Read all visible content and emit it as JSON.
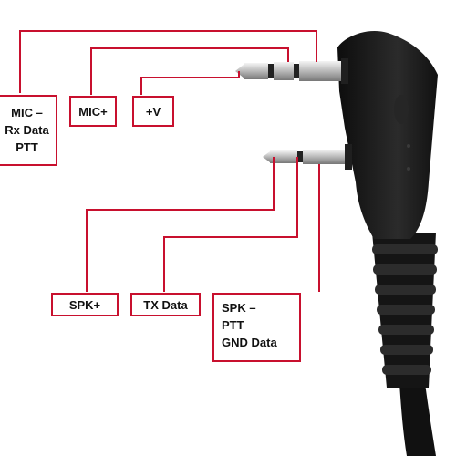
{
  "colors": {
    "wire": "#c8102e",
    "plug": "#1a1a1a",
    "metal": "#c9c9c9",
    "text": "#111111"
  },
  "labels": {
    "mic_minus": [
      "MIC –",
      "Rx Data",
      "PTT"
    ],
    "mic_plus": [
      "MIC+"
    ],
    "plus_v": [
      "+V"
    ],
    "spk_plus": [
      "SPK+"
    ],
    "tx_data": [
      "TX Data"
    ],
    "spk_minus": [
      "SPK –",
      "PTT",
      "GND Data"
    ]
  }
}
